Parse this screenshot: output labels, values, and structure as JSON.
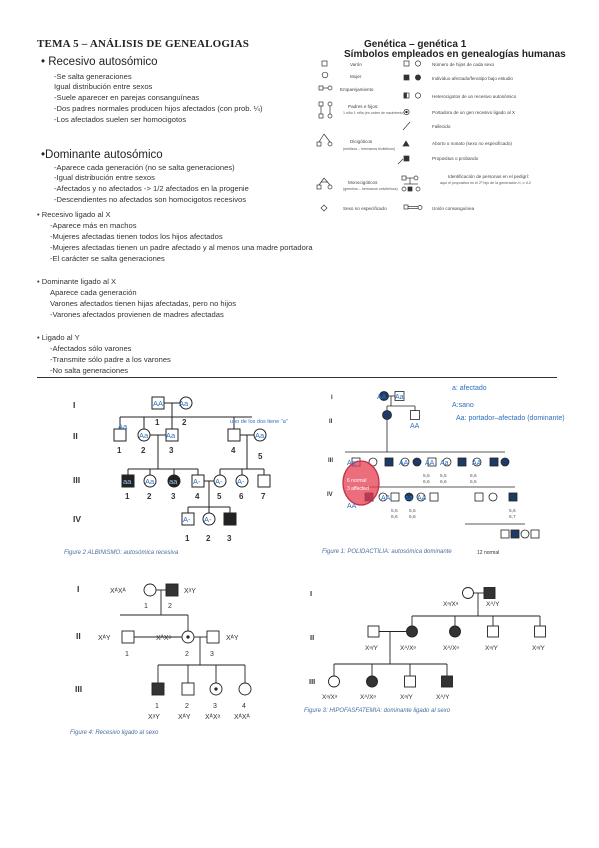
{
  "doc": {
    "title": "TEMA 5 – ANÁLISIS DE GENEALOGIAS",
    "sections": [
      {
        "heading": "• Recesivo autosómico",
        "lines": [
          "-Se salta generaciones",
          "Igual distribución entre sexos",
          "-Suele aparecer en parejas consanguíneas",
          "-Dos padres normales producen hijos afectados (con prob. ¼)",
          "-Los afectados suelen ser homocigotos"
        ]
      },
      {
        "heading": "•Dominante autosómico",
        "lines": [
          "-Aparece cada generación (no se salta generaciones)",
          "-Igual distribución entre sexos",
          "-Afectados y no afectados -> 1/2 afectados en la progenie",
          "-Descendientes no afectados son homocigotos recesivos"
        ]
      },
      {
        "heading": "•  Recesivo ligado al X",
        "lines": [
          "-Aparece más en machos",
          "-Mujeres afectadas tienen todos los hijos afectados",
          "-Mujeres afectadas tienen un padre afectado y al menos una madre portadora",
          "-El carácter se salta generaciones"
        ]
      },
      {
        "heading": "•  Dominante ligado al X",
        "lines": [
          "Aparece cada generación",
          "Varones afectados tienen hijas afectadas, pero no hijos",
          "-Varones afectados provienen de madres afectadas"
        ]
      },
      {
        "heading": "•  Ligado al Y",
        "lines": [
          "-Afectados sólo varones",
          "-Transmite sólo padre a los varones",
          "-No salta generaciones"
        ]
      }
    ]
  },
  "legend": {
    "title": "Genética – genética 1",
    "subtitle": "Símbolos empleados en genealogías humanas",
    "left": [
      "Varón",
      "Mujer",
      "Emparejamiento",
      "Padres e hijos:",
      "1 niño  1 niña (en orden de nacimiento)",
      "Dicigóticos",
      "(mellizos – hermanos bivitelinos)",
      "Monocigóticos",
      "(gemelos – hermanos univitelinos)",
      "Sexo no especificado"
    ],
    "right": [
      "Número de hijos de cada sexo",
      "Individuo afectado/fenotipo bajo estudio",
      "Heterocigotos de un recesivo autosómico",
      "Portadora de un gen recesivo ligado al X",
      "Fallecido",
      "Aborto o nonato (sexo no especificado)",
      "Propositus o probando",
      "Identificación de personas en el pedigrí:",
      "Unión consanguínea"
    ],
    "note": "aquí el propositus es el 2º hijo de la generación II, o II-2"
  },
  "pedigrees": {
    "roman": [
      "I",
      "II",
      "III",
      "IV"
    ],
    "albinismo": {
      "caption": "Figure 2 ALBINISMO: autosómica recesiva",
      "note": "uno de los dos tiene \"a\"",
      "gen_labels": {
        "g1": [
          "1",
          "2"
        ],
        "g2": [
          "1",
          "2",
          "3",
          "4",
          "5"
        ],
        "g3": [
          "1",
          "2",
          "3",
          "4",
          "5",
          "6",
          "7"
        ],
        "g4": [
          "1",
          "2",
          "3"
        ]
      },
      "hand": [
        "AA",
        "Aa",
        "Aa",
        "Aa",
        "Aa",
        "Aa",
        "aa",
        "Aa",
        "aa",
        "A-",
        "A-",
        "A-",
        "A-",
        "A-"
      ]
    },
    "polidactilia": {
      "caption": "Figure 1: POLIDACTILIA: autosómica dominante",
      "notes": [
        "a: afectado",
        "A:sano",
        "Aa: portador–afectado (dominante)"
      ],
      "circle_text": [
        "6 normal",
        "3 affected"
      ],
      "normal_count": "12 normal",
      "digits": [
        "5,5",
        "6,6",
        "5,5",
        "6,6",
        "6,6",
        "5,5",
        "5,5",
        "6,6",
        "5,5",
        "6,6",
        "5,6",
        "6,7"
      ],
      "hand": [
        "AA",
        "Aa",
        "AA",
        "Aa",
        "AA",
        "AA",
        "Aa",
        "AA",
        "AA",
        "aa",
        "AA",
        "AA"
      ]
    },
    "recesivo_x": {
      "caption": "Figure 4: Recesivo ligado al sexo",
      "g1": [
        "XᴬXᴬ",
        "XᵃY"
      ],
      "g1_nums": [
        "1",
        "2"
      ],
      "g2": [
        "XᴬY",
        "XᴬXᵃ",
        "XᴬY"
      ],
      "g2_nums": [
        "1",
        "2",
        "3"
      ],
      "g3_nums": [
        "1",
        "2",
        "3",
        "4"
      ],
      "g3": [
        "XᵃY",
        "XᴬY",
        "XᴬXᵃ",
        "XᴬXᴬ"
      ]
    },
    "hipofasfatemia": {
      "caption": "Figure 3: HIPOFASFATEMIA: dominante ligado al sexo",
      "g1": [
        "Xᵃ/Xᵃ",
        "Xᴬ/Y"
      ],
      "g2": [
        "Xᵃ/Y",
        "Xᴬ/Xᵃ",
        "Xᴬ/Xᵃ",
        "Xᵃ/Y",
        "Xᵃ/Y"
      ],
      "g3": [
        "Xᵃ/Xᵃ",
        "Xᴬ/Xᵃ",
        "Xᵃ/Y",
        "Xᴬ/Y"
      ]
    }
  }
}
